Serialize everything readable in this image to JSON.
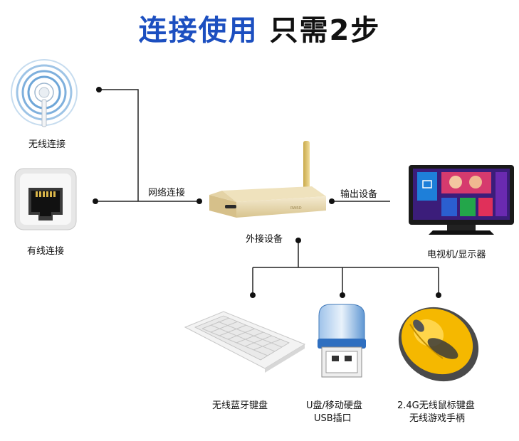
{
  "title": {
    "part1": "连接使用",
    "part2": "只需2步"
  },
  "sources": {
    "wireless": "无线连接",
    "wired": "有线连接"
  },
  "connections": {
    "network": "网络连接",
    "output": "输出设备",
    "external": "外接设备"
  },
  "output_device": "电视机/显示器",
  "peripherals": {
    "keyboard": "无线蓝牙键盘",
    "usb_line1": "U盘/移动硬盘",
    "usb_line2": "USB插口",
    "mouse_line1": "2.4G无线鼠标键盘",
    "mouse_line2": "无线游戏手柄"
  },
  "colors": {
    "title_accent": "#1c4fc0",
    "box_gold": "#e8d8a8",
    "mouse_yellow": "#f5b800"
  }
}
